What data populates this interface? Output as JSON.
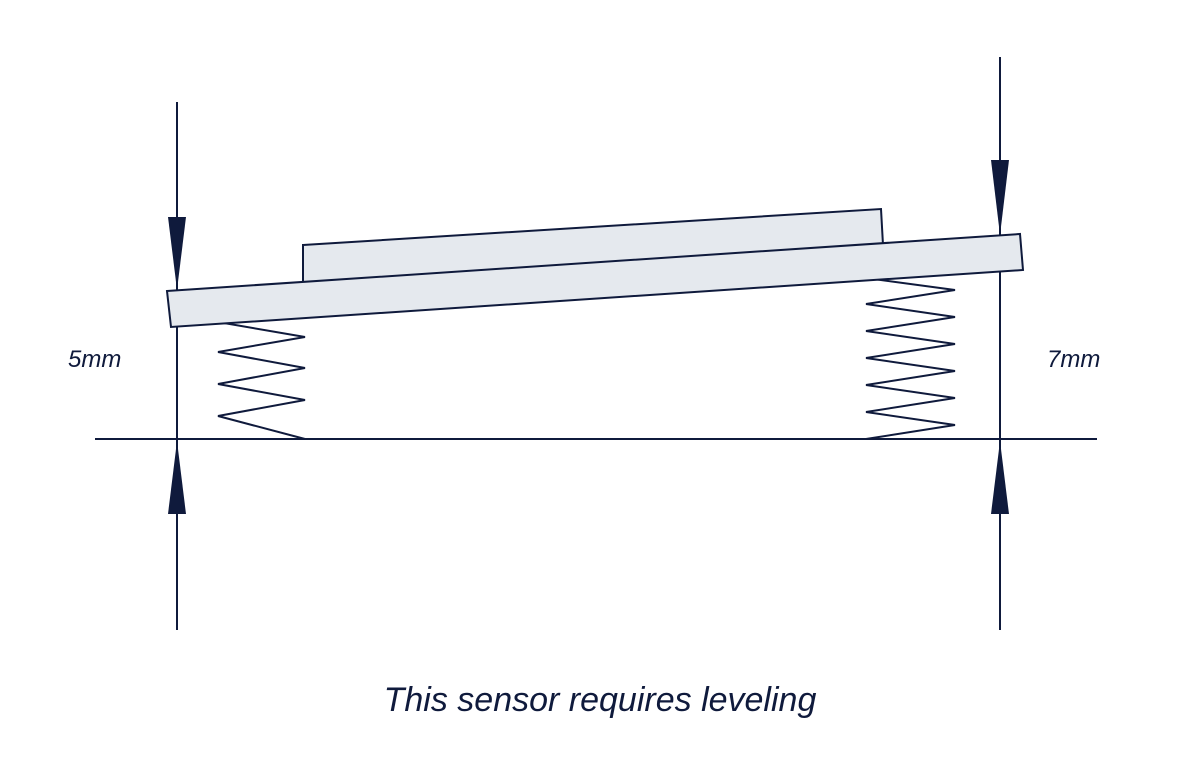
{
  "measurements": {
    "left": "5mm",
    "right": "7mm"
  },
  "caption": "This sensor requires leveling",
  "colors": {
    "stroke": "#0f1a3c",
    "fill": "#e5e9ee",
    "background": "#ffffff"
  }
}
